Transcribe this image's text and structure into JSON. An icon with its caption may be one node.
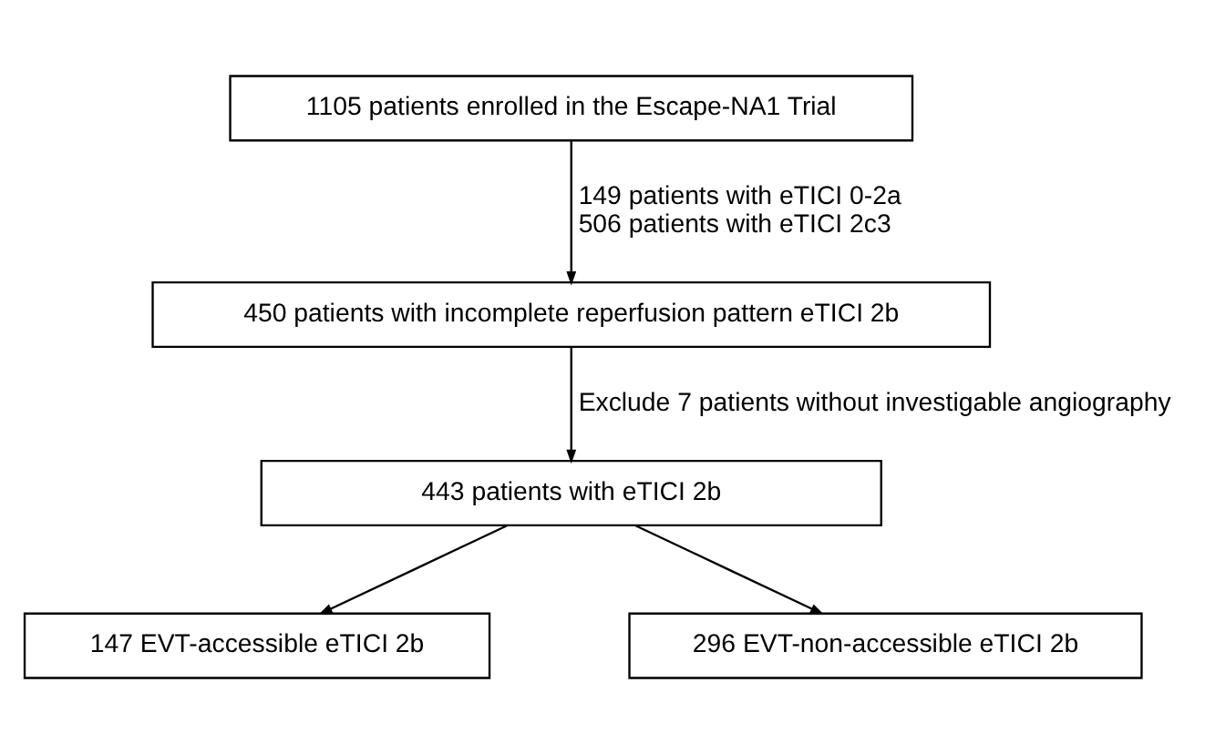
{
  "diagram": {
    "nodes": [
      {
        "text": [
          "1105 patients enrolled in the Escape-NA1 Trial"
        ]
      },
      {
        "text": [
          "450 patients with incomplete reperfusion pattern eTICI 2b"
        ]
      },
      {
        "text": [
          "443 patients with eTICI 2b"
        ]
      },
      {
        "text": [
          "147 EVT-accessible eTICI 2b"
        ]
      },
      {
        "text": [
          "296 EVT-non-accessible eTICI 2b"
        ]
      }
    ],
    "edges": [
      {
        "from": 0,
        "to": 1,
        "arrow": "to",
        "label": "149 patients with eTICI 0-2a 506 patients with eTICI 2c3"
      },
      {
        "from": 1,
        "to": 2,
        "arrow": "to",
        "label": "Exclude 7 patients without investigable angiography"
      },
      {
        "from": 2,
        "to": 3,
        "arrow": "to"
      },
      {
        "from": 2,
        "to": 4,
        "arrow": "to"
      }
    ]
  }
}
